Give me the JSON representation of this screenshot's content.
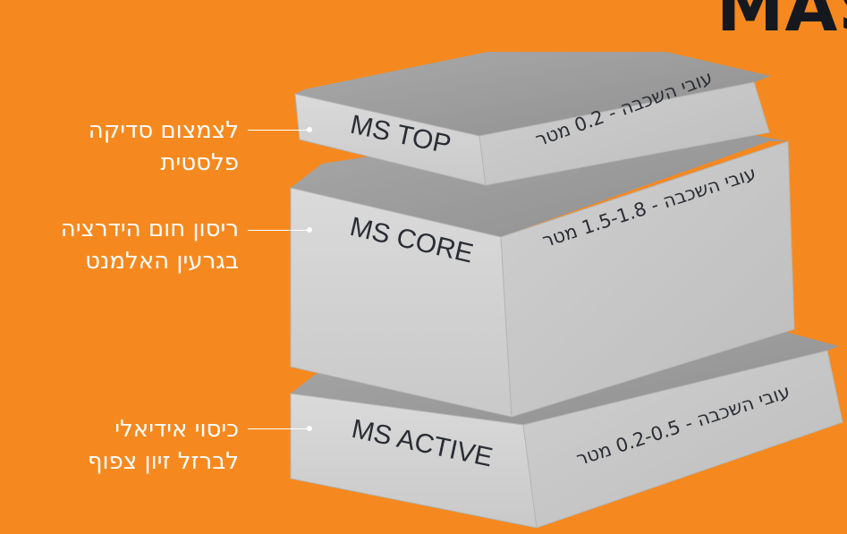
{
  "brand": {
    "title": "MAS"
  },
  "layers": [
    {
      "name": "MS TOP",
      "thickness": "עובי השכבה - 0.2 מטר",
      "description": [
        "לצמצום סדיקה",
        "פלסטית"
      ]
    },
    {
      "name": "MS CORE",
      "thickness": "עובי השכבה - 1.5-1.8 מטר",
      "description": [
        "ריסון חום הידרציה",
        "בגרעין האלמנט"
      ]
    },
    {
      "name": "MS ACTIVE",
      "thickness": "עובי השכבה - 0.2-0.5 מטר",
      "description": [
        "כיסוי אידיאלי",
        "לברזל זיון צפוף"
      ]
    }
  ],
  "colors": {
    "background": "#f5891f",
    "text": "#ffffff",
    "title": "#15181f"
  }
}
